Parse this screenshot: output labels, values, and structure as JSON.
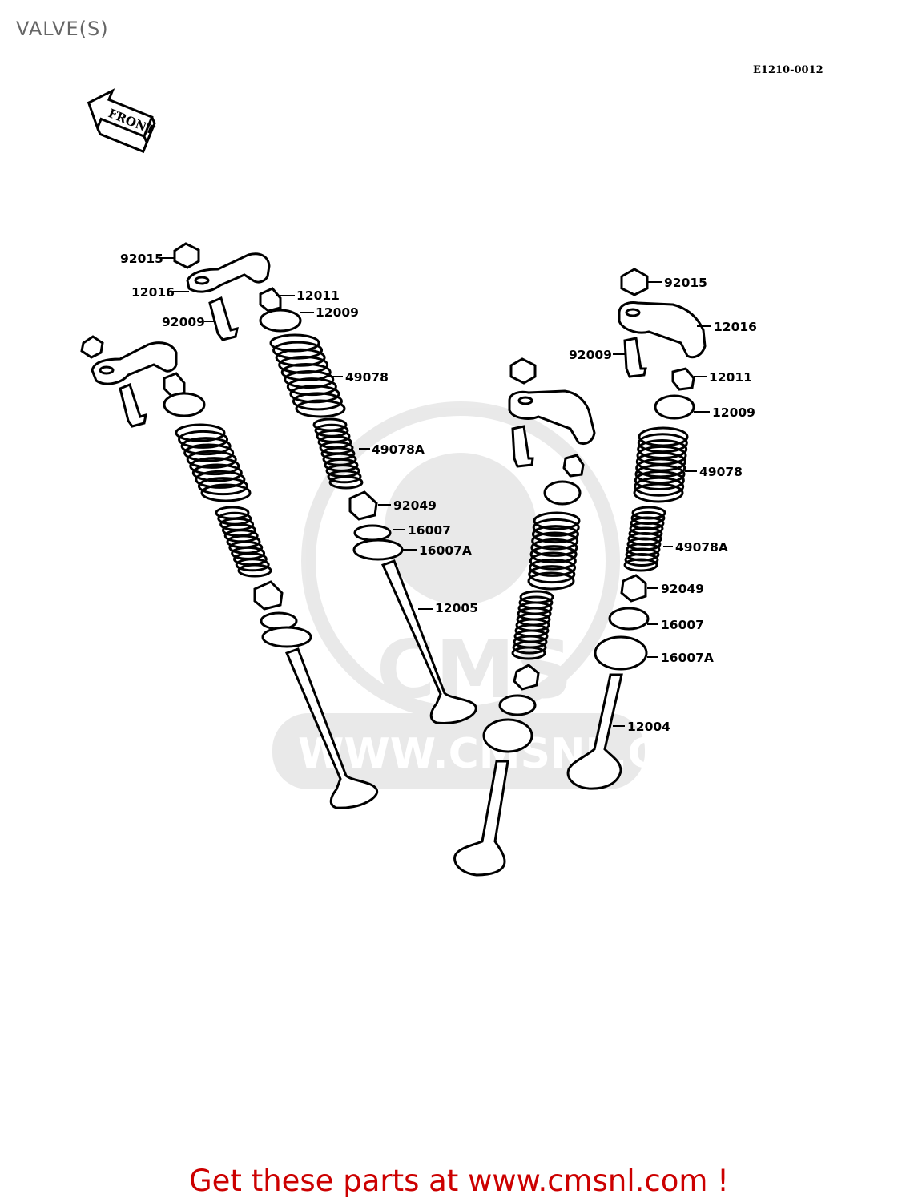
{
  "header": {
    "title": "VALVE(S)",
    "diagram_code": "E1210-0012"
  },
  "front_marker": {
    "label": "FRONT",
    "icon": "front-arrow-icon"
  },
  "watermark": {
    "brand": "CMS",
    "url": "WWW.CMSNL.COM"
  },
  "footer": {
    "text": "Get these parts at www.cmsnl.com !",
    "color": "#cc0000"
  },
  "parts": {
    "left_group": [
      "92015",
      "12016",
      "12011",
      "92009",
      "12009",
      "49078",
      "49078A",
      "92049",
      "16007",
      "16007A",
      "12005"
    ],
    "right_group": [
      "92015",
      "12016",
      "92009",
      "12011",
      "12009",
      "49078",
      "49078A",
      "92049",
      "16007",
      "16007A",
      "12004"
    ]
  }
}
